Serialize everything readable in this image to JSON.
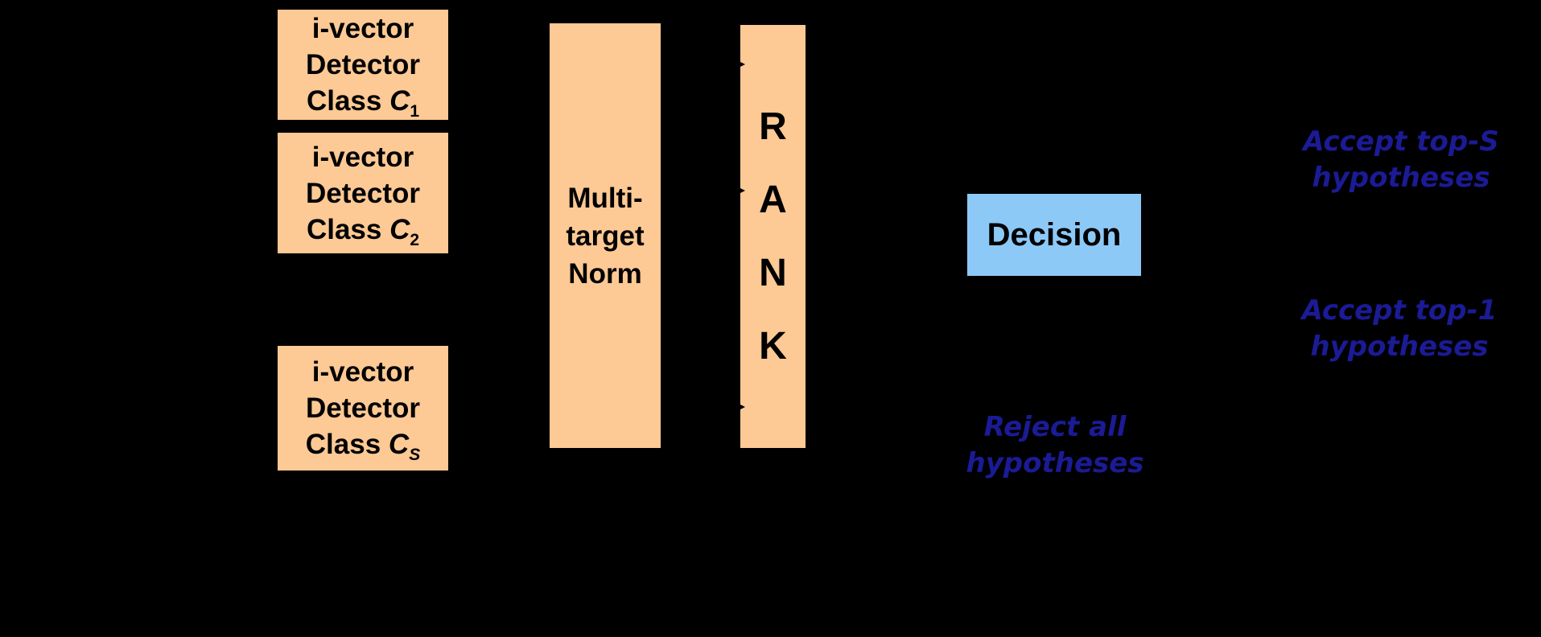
{
  "diagram": {
    "detectors": [
      {
        "lines": [
          "i-vector",
          "Detector"
        ],
        "class_text": "Class ",
        "class_symbol": "C",
        "class_sub": "1"
      },
      {
        "lines": [
          "i-vector",
          "Detector"
        ],
        "class_text": "Class ",
        "class_symbol": "C",
        "class_sub": "2"
      },
      {
        "lines": [
          "i-vector",
          "Detector"
        ],
        "class_text": "Class ",
        "class_symbol": "C",
        "class_sub": "S"
      }
    ],
    "norm_box": {
      "lines": [
        "Multi-",
        "target",
        "Norm"
      ]
    },
    "rank_box": {
      "letters": [
        "R",
        "A",
        "N",
        "K"
      ]
    },
    "decision_box": {
      "label": "Decision"
    },
    "annotations": {
      "accept_top_s": {
        "lines": [
          "Accept top-S",
          "hypotheses"
        ]
      },
      "accept_top_1": {
        "lines": [
          "Accept top-1",
          "hypotheses"
        ]
      },
      "reject_all": {
        "lines": [
          "Reject all",
          "hypotheses"
        ]
      }
    },
    "colors": {
      "background": "#000000",
      "process_box_fill": "#FDC994",
      "decision_box_fill": "#8DC9F7",
      "box_text": "#000000",
      "annotation_text": "#1B1B96",
      "arrowhead": "#000000"
    }
  }
}
